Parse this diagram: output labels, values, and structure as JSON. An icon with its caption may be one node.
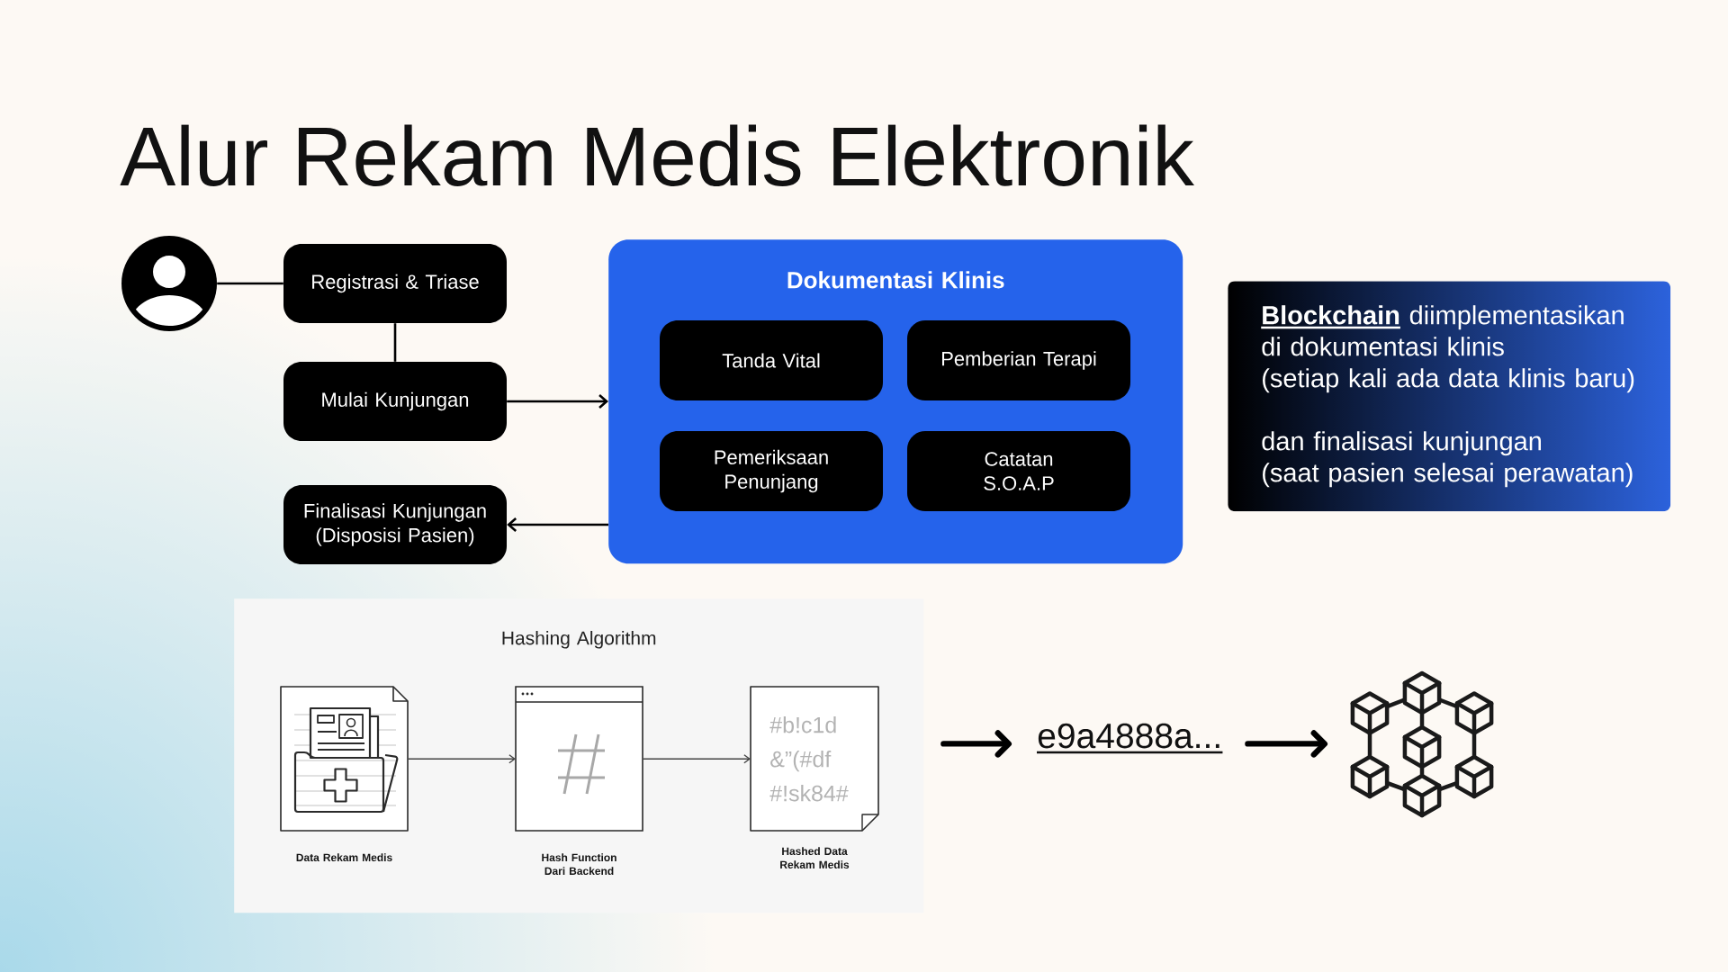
{
  "diagram": {
    "title": "Alur Rekam Medis Elektronik",
    "nodes": [
      {
        "text": [],
        "shape": "person"
      },
      {
        "text": [
          "Registrasi & Triase"
        ]
      },
      {
        "text": [
          "Mulai Kunjungan"
        ]
      },
      {
        "text": [
          "Finalisasi Kunjungan (Disposisi Pasien)"
        ]
      },
      {
        "text": [
          "Dokumentasi Klinis"
        ]
      },
      {
        "text": [
          "Tanda Vital"
        ],
        "in": 4
      },
      {
        "text": [
          "Pemberian Terapi"
        ],
        "in": 4
      },
      {
        "text": [
          "Pemeriksaan Penunjang"
        ],
        "in": 4
      },
      {
        "text": [
          "Catatan S.O.A.P"
        ],
        "in": 4
      },
      {
        "text": [
          "**Blockchain** diimplementasikan di dokumentasi klinis",
          "(setiap kali ada data klinis baru)",
          "dan finalisasi kunjungan",
          "(saat pasien selesai perawatan)"
        ]
      },
      {
        "text": [
          "Hashing Algorithm"
        ]
      },
      {
        "text": [],
        "shape": "picture",
        "in": 10,
        "beside": [
          "Data Rekam Medis"
        ]
      },
      {
        "text": [],
        "shape": "picture",
        "in": 10,
        "beside": [
          "Hash Function Dari Backend"
        ]
      },
      {
        "text": [
          "#b!c1d &”(#df #!sk84#"
        ],
        "in": 10,
        "beside": [
          "Hashed Data Rekam Medis"
        ]
      },
      {
        "text": [
          "e9a4888a..."
        ]
      },
      {
        "text": [],
        "shape": "picture"
      }
    ],
    "edges": [
      {
        "from": 0,
        "to": 1,
        "arrow": "none"
      },
      {
        "from": 1,
        "to": 2,
        "arrow": "none"
      },
      {
        "from": 2,
        "to": 4,
        "arrow": "to"
      },
      {
        "from": 4,
        "to": 3,
        "arrow": "to"
      },
      {
        "from": 11,
        "to": 12,
        "arrow": "to",
        "color": "#444444"
      },
      {
        "from": 12,
        "to": 13,
        "arrow": "to",
        "color": "#444444"
      },
      {
        "from": 10,
        "to": 14,
        "arrow": "to",
        "style": "thick"
      },
      {
        "from": 14,
        "to": 15,
        "arrow": "to",
        "style": "thick"
      }
    ]
  }
}
